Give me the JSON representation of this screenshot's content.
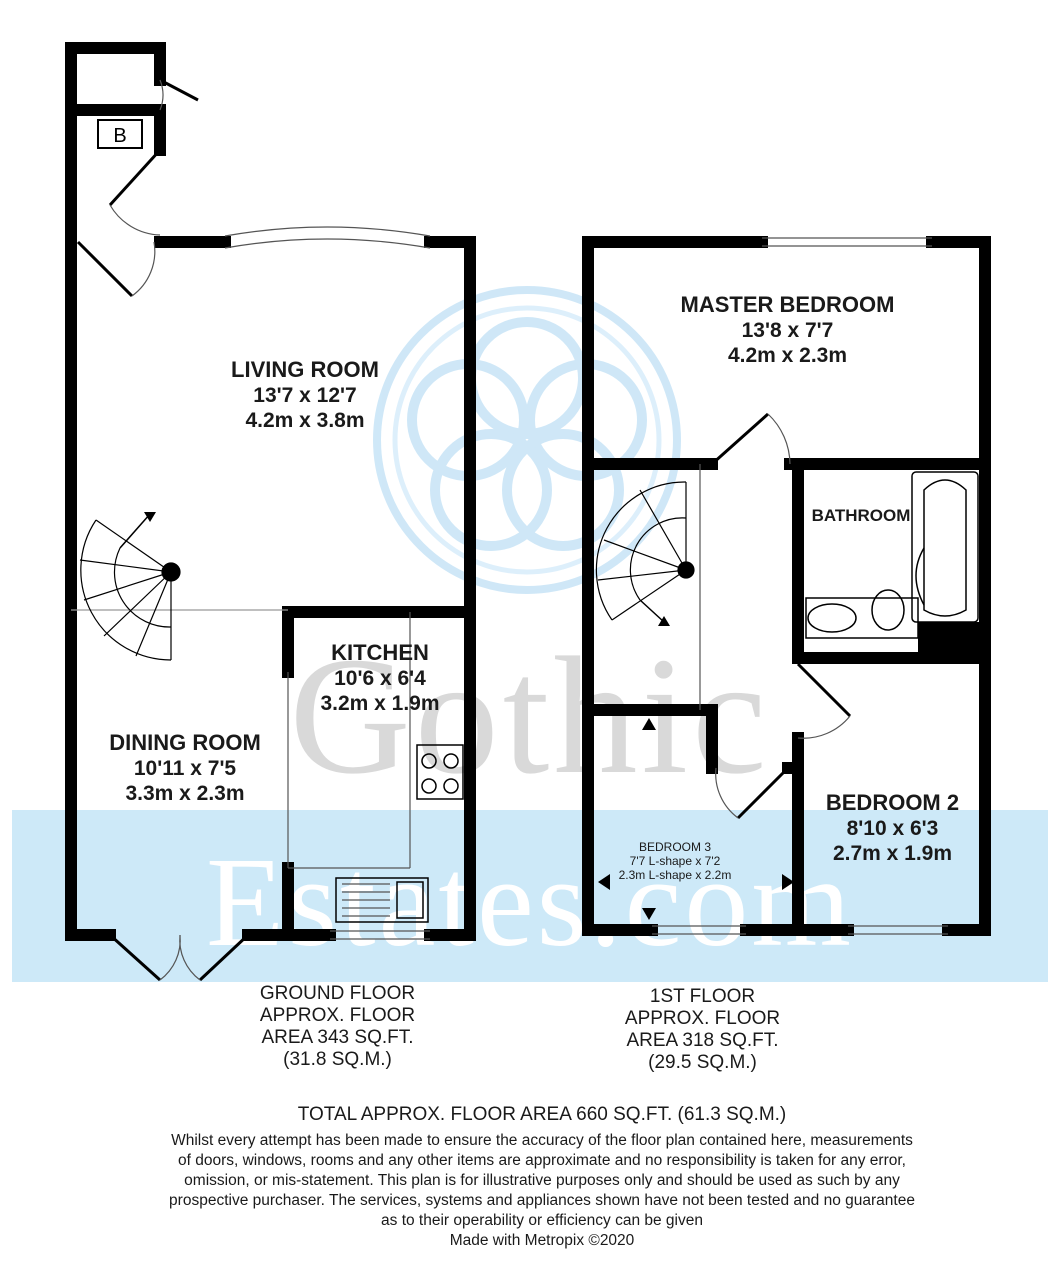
{
  "watermark": {
    "word1": "Gothic",
    "word2": "Estates.com",
    "band_color": "#cde9f8",
    "logo_color": "#bfe0f5"
  },
  "ground_floor": {
    "boiler_label": "B",
    "living_room": {
      "name": "LIVING ROOM",
      "imperial": "13'7 x 12'7",
      "metric": "4.2m x 3.8m"
    },
    "kitchen": {
      "name": "KITCHEN",
      "imperial": "10'6 x 6'4",
      "metric": "3.2m x 1.9m"
    },
    "dining_room": {
      "name": "DINING ROOM",
      "imperial": "10'11 x 7'5",
      "metric": "3.3m x 2.3m"
    },
    "caption": {
      "line1": "GROUND FLOOR",
      "line2": "APPROX. FLOOR",
      "line3": "AREA 343 SQ.FT.",
      "line4": "(31.8 SQ.M.)"
    }
  },
  "first_floor": {
    "master_bedroom": {
      "name": "MASTER BEDROOM",
      "imperial": "13'8 x 7'7",
      "metric": "4.2m x 2.3m"
    },
    "bathroom": {
      "name": "BATHROOM"
    },
    "bedroom2": {
      "name": "BEDROOM 2",
      "imperial": "8'10 x 6'3",
      "metric": "2.7m x 1.9m"
    },
    "bedroom3": {
      "name": "BEDROOM 3",
      "line1": "7'7 L-shape x 7'2",
      "line2": "2.3m L-shape x 2.2m"
    },
    "caption": {
      "line1": "1ST FLOOR",
      "line2": "APPROX. FLOOR",
      "line3": "AREA 318 SQ.FT.",
      "line4": "(29.5 SQ.M.)"
    }
  },
  "total": "TOTAL APPROX. FLOOR AREA 660 SQ.FT. (61.3 SQ.M.)",
  "disclaimer": {
    "line1": "Whilst every attempt has been made to ensure the accuracy of the floor plan contained here, measurements",
    "line2": "of doors, windows, rooms and any other items are approximate and no responsibility is taken for any error,",
    "line3": "omission, or mis-statement. This plan is for illustrative purposes only and should be used as such by any",
    "line4": "prospective purchaser. The services, systems and appliances shown have not been tested and no guarantee",
    "line5": "as to their operability or efficiency can be given",
    "line6": "Made with Metropix ©2020"
  },
  "colors": {
    "wall": "#000000",
    "thin_line": "#555555"
  }
}
